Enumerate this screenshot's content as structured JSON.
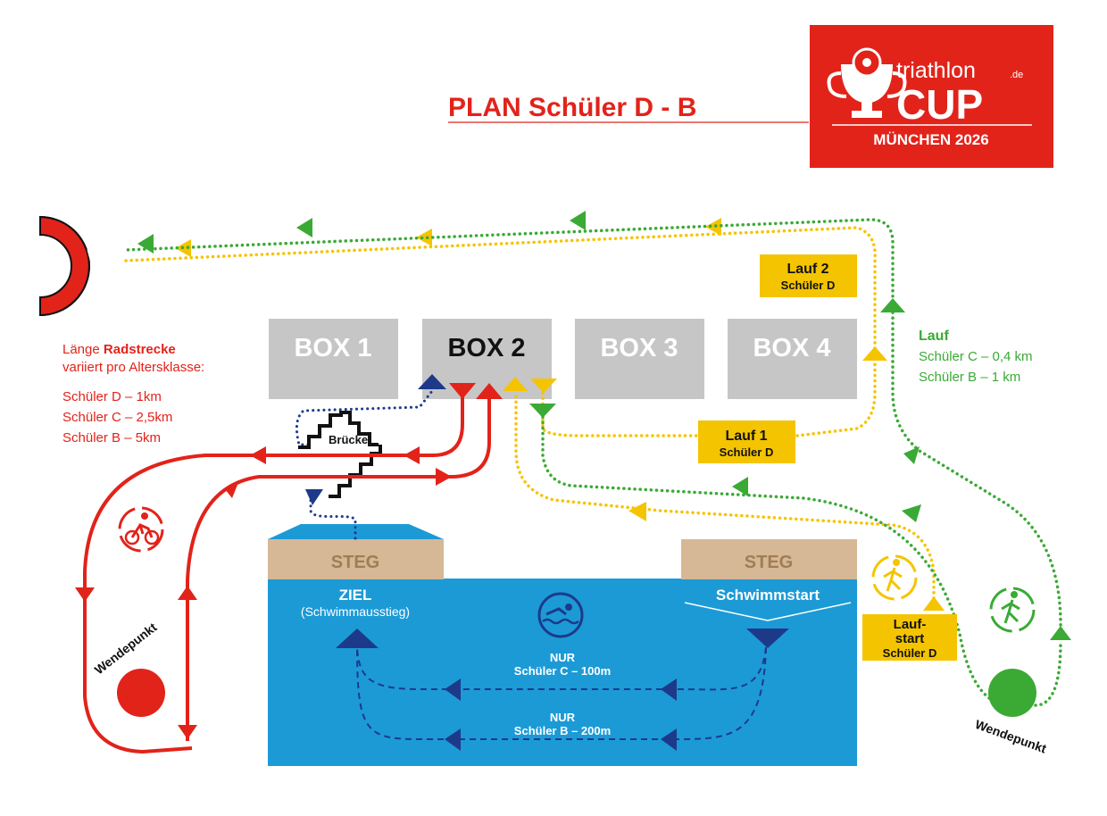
{
  "title": "PLAN Schüler D - B",
  "logo": {
    "brand": "triathlon",
    "brand_suffix": ".de",
    "cup": "CUP",
    "city_year": "MÜNCHEN 2026"
  },
  "boxes": [
    "BOX 1",
    "BOX 2",
    "BOX 3",
    "BOX 4"
  ],
  "finish": {
    "label": "ZIEL"
  },
  "bike": {
    "heading_pre": "Länge ",
    "heading_bold": "Radstrecke",
    "subheading": "variiert pro Altersklasse:",
    "distances": [
      "Schüler D – 1km",
      "Schüler C – 2,5km",
      "Schüler B – 5km"
    ],
    "turn_label": "Wendepunkt",
    "bridge_label": "Brücke"
  },
  "run": {
    "heading": "Lauf",
    "distances": [
      "Schüler C – 0,4 km",
      "Schüler B – 1 km"
    ],
    "turn_label": "Wendepunkt",
    "lauf1": {
      "title": "Lauf 1",
      "sub": "Schüler D"
    },
    "lauf2": {
      "title": "Lauf 2",
      "sub": "Schüler D"
    },
    "laufstart": {
      "line1": "Lauf-",
      "line2": "start",
      "sub": "Schüler D"
    }
  },
  "swim": {
    "steg_left": "STEG",
    "steg_right": "STEG",
    "ziel": "ZIEL",
    "ziel_sub": "(Schwimmausstieg)",
    "start": "Schwimmstart",
    "lane_c": {
      "nur": "NUR",
      "label": "Schüler C – 100m"
    },
    "lane_b": {
      "nur": "NUR",
      "label": "Schüler B – 200m"
    }
  },
  "colors": {
    "red": "#e2231a",
    "green": "#3aaa35",
    "yellow": "#f5c400",
    "water": "#1c9ad6",
    "navy": "#1d3a8a",
    "box": "#c6c6c6",
    "steg": "#d6b896",
    "steg_text": "#a07d55"
  },
  "icons": [
    "cyclist-icon",
    "swimmer-icon",
    "runner-icon",
    "trophy-icon"
  ]
}
